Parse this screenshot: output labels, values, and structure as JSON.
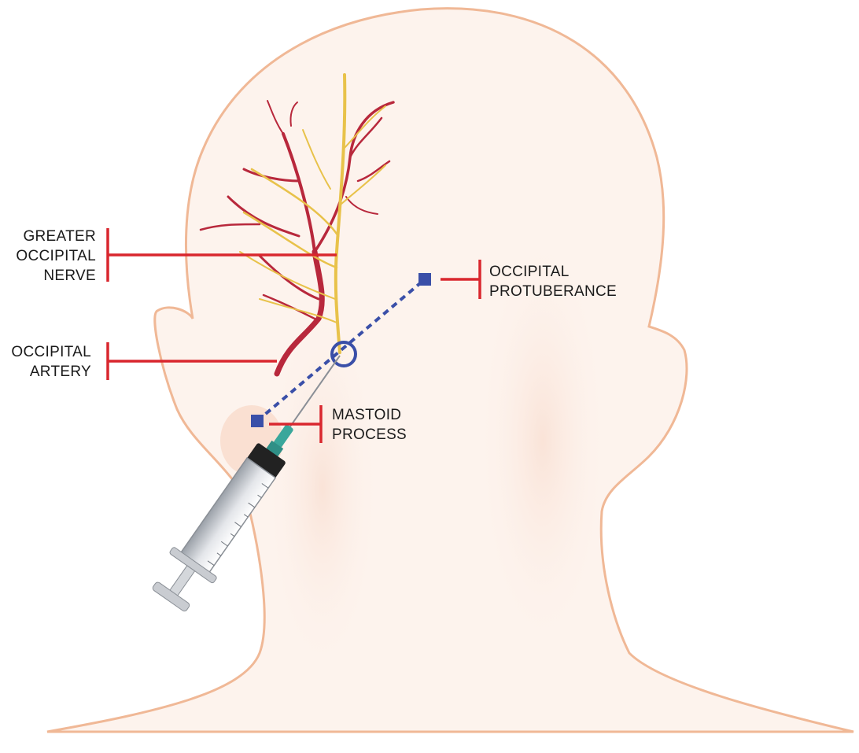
{
  "labels": {
    "greater_occipital_nerve": [
      "GREATER",
      "OCCIPITAL",
      "NERVE"
    ],
    "occipital_artery": [
      "OCCIPITAL",
      "ARTERY"
    ],
    "occipital_protuberance": [
      "OCCIPITAL",
      "PROTUBERANCE"
    ],
    "mastoid_process": [
      "MASTOID",
      "PROCESS"
    ]
  },
  "colors": {
    "head_outline": "#f0b896",
    "skin_fill": "#fdf1ea",
    "callout_line": "#d9272e",
    "landmark_marker": "#3a4fa8",
    "nerve": "#e8c24a",
    "artery": "#b8283c",
    "needle_hub": "#3aa79b"
  },
  "icons": {
    "syringe": "syringe-icon",
    "landmark": "square-marker-icon",
    "injection_site": "circle-target-icon"
  }
}
